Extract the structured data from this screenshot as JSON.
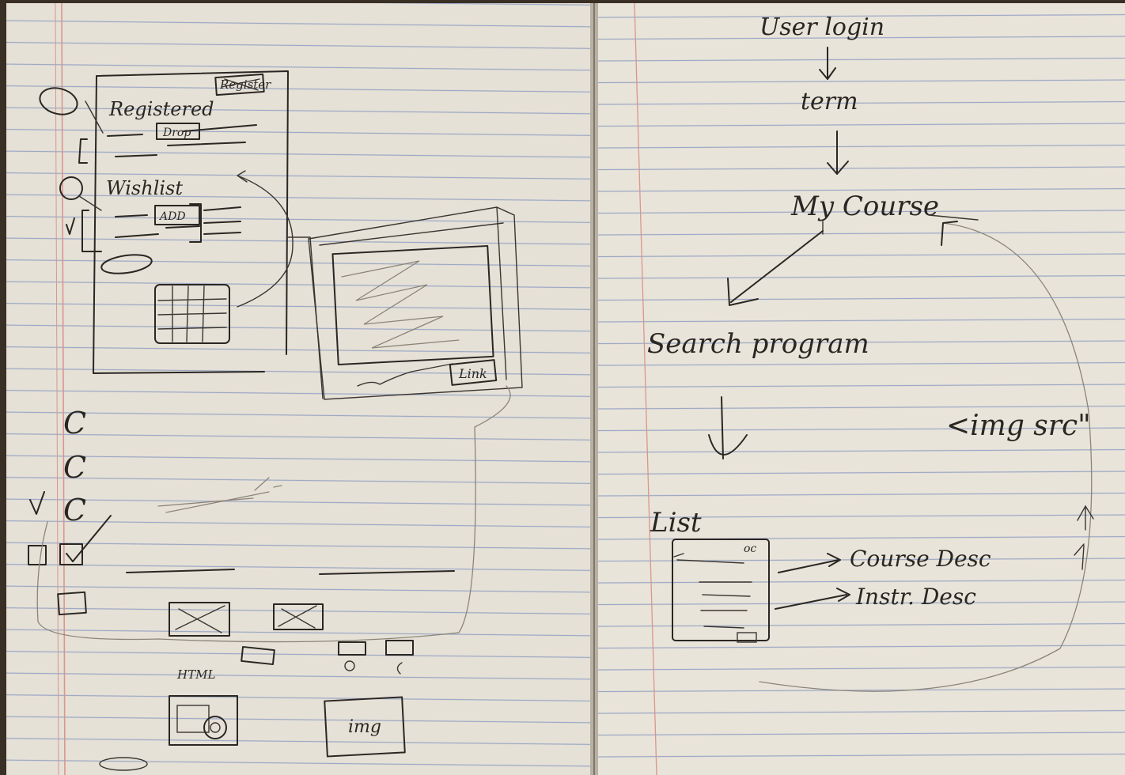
{
  "left_page": {
    "wireframe": {
      "header_button": "Register",
      "registered_label": "Registered",
      "drop_button": "Drop",
      "wishlist_label": "Wishlist",
      "add_button": "ADD",
      "link_button": "Link"
    },
    "html_label": "HTML",
    "img_box_label": "img"
  },
  "right_page": {
    "flow_steps": [
      "User login",
      "term",
      "My Course",
      "Search program",
      "List"
    ],
    "list_corner_label": "oc",
    "list_targets": [
      "Course Desc",
      "Instr. Desc"
    ],
    "img_src_note": "<img src\""
  },
  "colors": {
    "paper": "#e6e1d7",
    "paper_right": "#e9e4da",
    "rule_line": "#9ba8c4",
    "margin_line": "#d9968c",
    "ink": "#2a2622",
    "pencil": "#8c8478",
    "spine": "#3a2f24"
  }
}
